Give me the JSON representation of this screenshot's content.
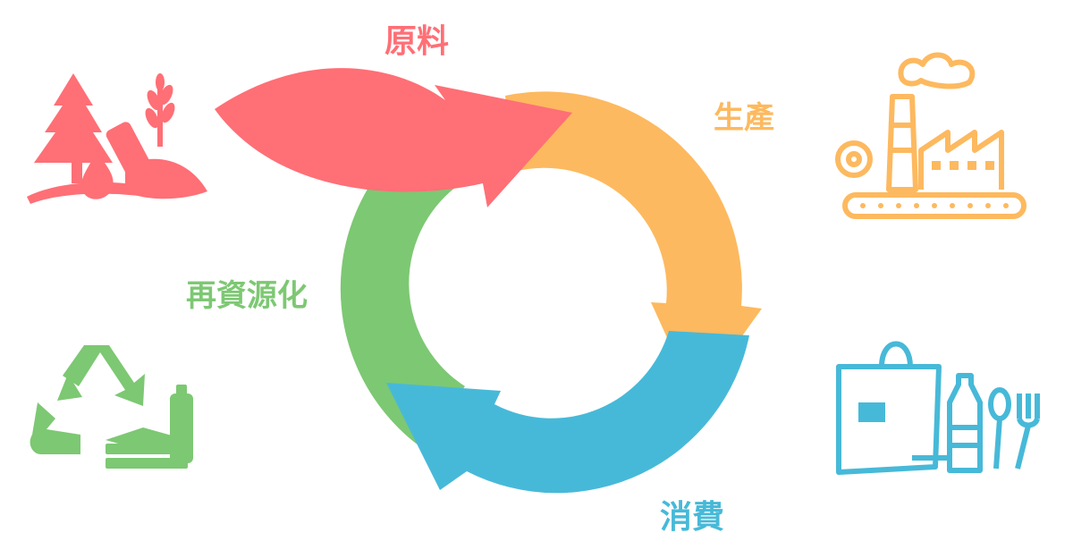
{
  "stages": [
    {
      "id": "raw",
      "label": "原料",
      "color": "#FF6F76",
      "icon": "forest-wheat-fish-icon"
    },
    {
      "id": "production",
      "label": "生產",
      "color": "#FDB95F",
      "icon": "factory-icon"
    },
    {
      "id": "consumption",
      "label": "消費",
      "color": "#47B9D8",
      "icon": "shopping-bottle-cutlery-icon"
    },
    {
      "id": "recycling",
      "label": "再資源化",
      "color": "#7DC873",
      "icon": "recycle-icon"
    }
  ]
}
